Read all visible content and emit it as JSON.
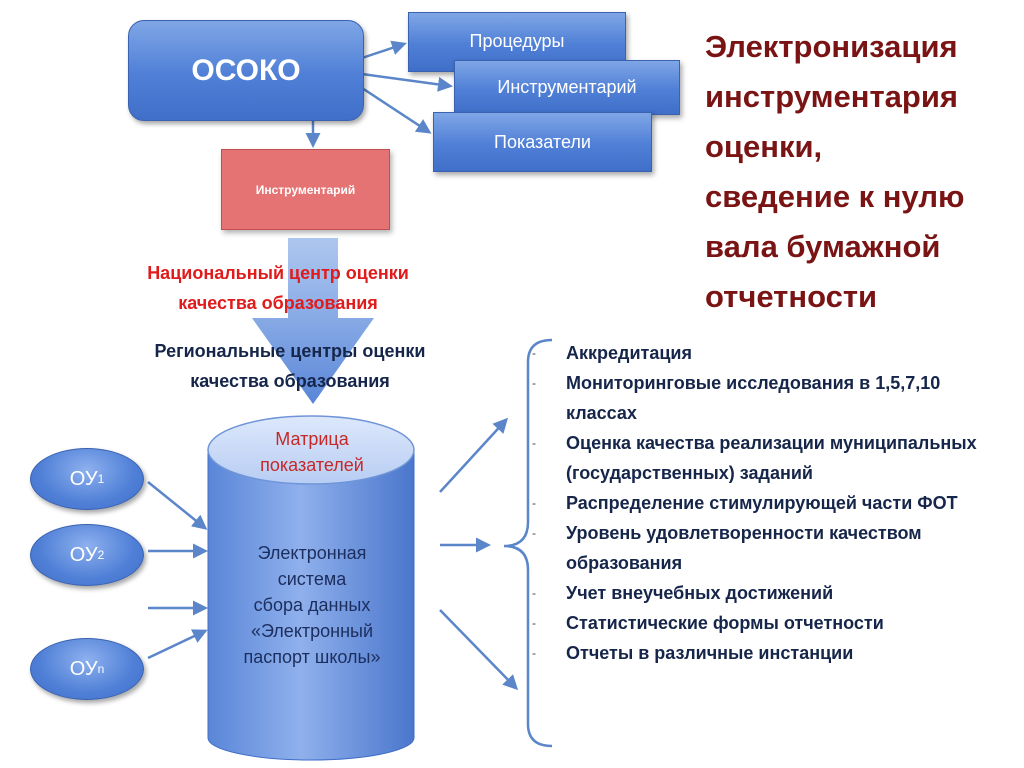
{
  "nodes": {
    "osoko": "ОСОКО",
    "procedures": "Процедуры",
    "instrumentary": "Инструментарий",
    "indicators": "Показатели",
    "red_box": "Инструментарий"
  },
  "title_lines": [
    "Электронизация",
    "инструментария",
    "оценки,",
    "сведение к нулю",
    "вала бумажной",
    "отчетности"
  ],
  "national_center": [
    "Национальный центр оценки",
    "качества образования"
  ],
  "regional_centers": [
    "Региональные центры оценки",
    "качества образования"
  ],
  "cylinder": {
    "top_lines": [
      "Матрица",
      "показателей"
    ],
    "main_lines": [
      "Электронная",
      "система",
      "сбора данных",
      "«Электронный",
      "паспорт школы»"
    ]
  },
  "ou": [
    {
      "base": "ОУ",
      "sub": "1"
    },
    {
      "base": "ОУ",
      "sub": "2"
    },
    {
      "base": "ОУ",
      "sub": "n"
    }
  ],
  "outcomes": [
    "Аккредитация",
    "Мониторинговые исследования в 1,5,7,10 классах",
    "Оценка качества реализации муниципальных (государственных) заданий",
    "Распределение стимулирующей части ФОТ",
    "Уровень удовлетворенности качеством образования",
    "Учет внеучебных достижений",
    "Статистические формы отчетности",
    "Отчеты в различные инстанции"
  ],
  "colors": {
    "box_blue": "#4f7fd6",
    "red_box": "#e57373",
    "title": "#7a1414",
    "national_center": "#e01b1b",
    "dark_text": "#16264a",
    "arrow": "#5b86c9"
  }
}
